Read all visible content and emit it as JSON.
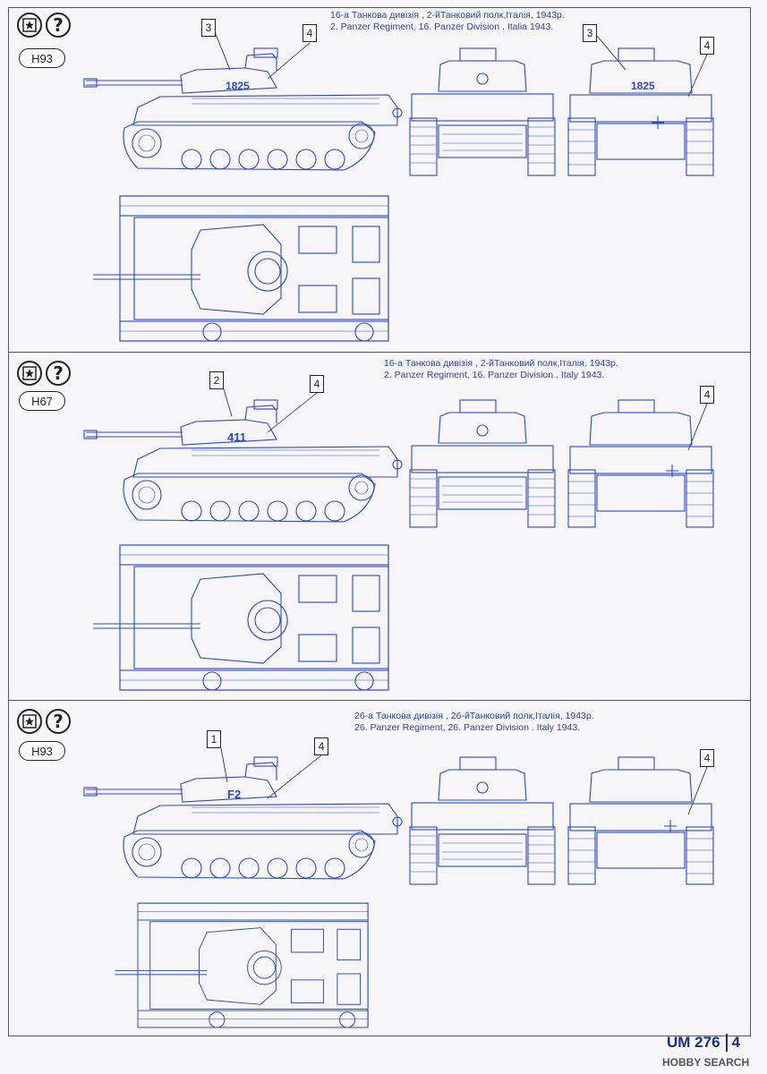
{
  "sections": [
    {
      "code": "H93",
      "caption_ua": "16-а Танкова дивізія , 2-йТанковий полк,Італія, 1943р.",
      "caption_en": "2. Panzer Regiment, 16. Panzer Division . Italia 1943.",
      "side_marking": "1825",
      "rear_marking": "1825",
      "callouts": [
        "3",
        "4",
        "3",
        "4"
      ]
    },
    {
      "code": "H67",
      "caption_ua": "16-а Танкова дивізія , 2-йТанковий полк,Італія, 1943р.",
      "caption_en": "2. Panzer Regiment, 16. Panzer Division . Italy 1943.",
      "side_marking": "411",
      "rear_marking": "",
      "callouts": [
        "2",
        "4",
        "4"
      ]
    },
    {
      "code": "H93",
      "caption_ua": "26-а Танкова дивізія , 26-йТанковий полк,Італія, 1943р.",
      "caption_en": "26. Panzer Regiment, 26. Panzer Division . Italy 1943.",
      "side_marking": "F2",
      "rear_marking": "",
      "callouts": [
        "1",
        "4",
        "4"
      ]
    }
  ],
  "icons": {
    "marking": "star-stamp-icon",
    "help": "question-mark-icon"
  },
  "footer": {
    "code": "UM 276",
    "page": "4"
  },
  "watermark": "HOBBY SEARCH",
  "colors": {
    "line": "#2d45c8",
    "caption": "#2b3fa8"
  }
}
